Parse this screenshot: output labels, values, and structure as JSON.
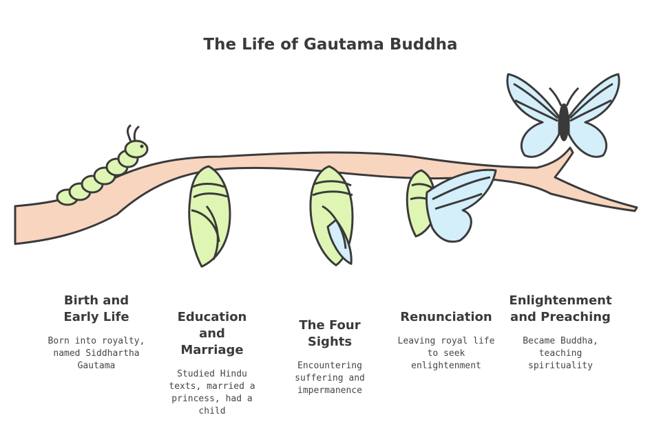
{
  "title": "The Life of Gautama Buddha",
  "stages": [
    {
      "title": "Birth and\nEarly Life",
      "desc": "Born into royalty,\nnamed Siddhartha\nGautama"
    },
    {
      "title": "Education\nand\nMarriage",
      "desc": "Studied Hindu\ntexts, married a\nprincess, had a\nchild"
    },
    {
      "title": "The Four\nSights",
      "desc": "Encountering\nsuffering and\nimpermanence"
    },
    {
      "title": "Renunciation",
      "desc": "Leaving royal life\nto seek\nenlightenment"
    },
    {
      "title": "Enlightenment\nand Preaching",
      "desc": "Became Buddha,\nteaching\nspirituality"
    }
  ],
  "colors": {
    "branch": "#f8d5bf",
    "green": "#dff5b3",
    "blue": "#d4eefa",
    "ink": "#3a3a3a"
  }
}
